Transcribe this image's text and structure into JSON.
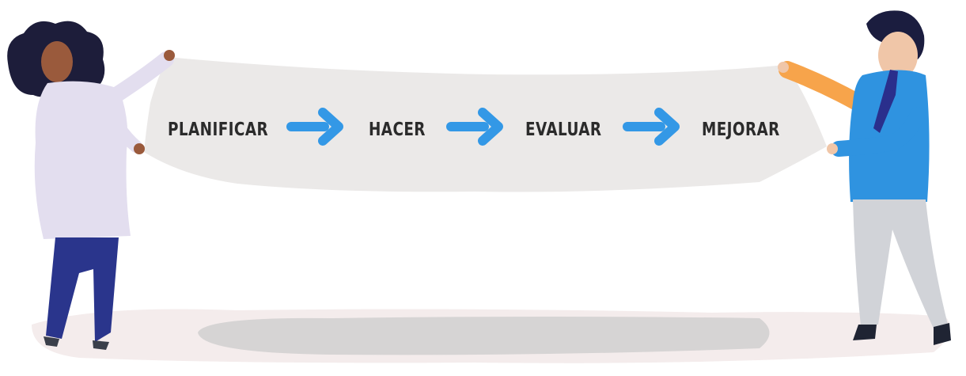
{
  "banner": {
    "steps": [
      {
        "label": "PLANIFICAR"
      },
      {
        "label": "HACER"
      },
      {
        "label": "EVALUAR"
      },
      {
        "label": "MEJORAR"
      }
    ],
    "arrow_icon": "right-arrow-icon",
    "arrow_color": "#3398e6",
    "text_color": "#2b2b2b",
    "cloth_color": "#ebe9e8"
  },
  "people": {
    "woman": {
      "coat_color": "#e3deef",
      "pants_color": "#2a358c",
      "hair_color": "#1d1d3a"
    },
    "man": {
      "shirt_color": "#2f93e0",
      "pants_color": "#d1d3d8",
      "hair_color": "#1b1d3f",
      "sleeve_color": "#f7a44b"
    }
  },
  "ground": {
    "color": "#f4ecec",
    "shadow_color": "#d6d4d4"
  }
}
